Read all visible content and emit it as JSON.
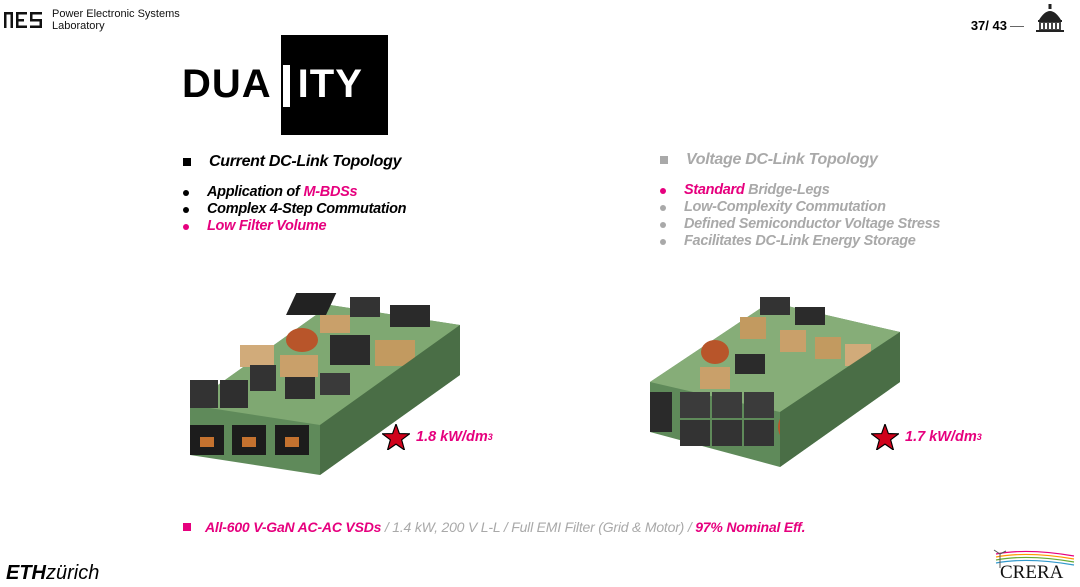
{
  "header": {
    "lab_name_line1": "Power Electronic Systems",
    "lab_name_line2": "Laboratory",
    "page_current": "37",
    "page_total": "43",
    "page_separator": "/"
  },
  "title": {
    "part1": "DUA",
    "part2": "ITY"
  },
  "left_column": {
    "heading": "Current DC-Link Topology",
    "bullets": [
      {
        "pre": "Application of ",
        "highlight": "M-BDSs",
        "post": ""
      },
      {
        "pre": "Complex 4-Step Commutation",
        "highlight": "",
        "post": ""
      },
      {
        "pre": "",
        "highlight": "Low Filter Volume",
        "post": ""
      }
    ]
  },
  "right_column": {
    "heading": "Voltage DC-Link Topology",
    "bullets": [
      {
        "pre": "",
        "highlight": "Standard",
        "post": " Bridge-Legs"
      },
      {
        "pre": "Low-Complexity Commutation",
        "highlight": "",
        "post": ""
      },
      {
        "pre": "Defined Semiconductor Voltage Stress",
        "highlight": "",
        "post": ""
      },
      {
        "pre": "Facilitates DC-Link Energy Storage",
        "highlight": "",
        "post": ""
      }
    ]
  },
  "ratings": {
    "left": {
      "value": "1.8 kW/dm",
      "sup": "3"
    },
    "right": {
      "value": "1.7 kW/dm",
      "sup": "3"
    }
  },
  "bottom_line": {
    "part1": "All-600 V-GaN AC-AC VSDs",
    "part2": " / 1.4 kW, 200 V L-L / Full EMI Filter (Grid & Motor) / ",
    "part3": "97% Nominal Eff."
  },
  "footer": {
    "eth_bold": "ETH",
    "eth_rest": "zürich",
    "crera": "CRERA"
  },
  "colors": {
    "accent": "#e6007e",
    "grey_text": "#a9a9a9",
    "star": "#d0021b"
  }
}
